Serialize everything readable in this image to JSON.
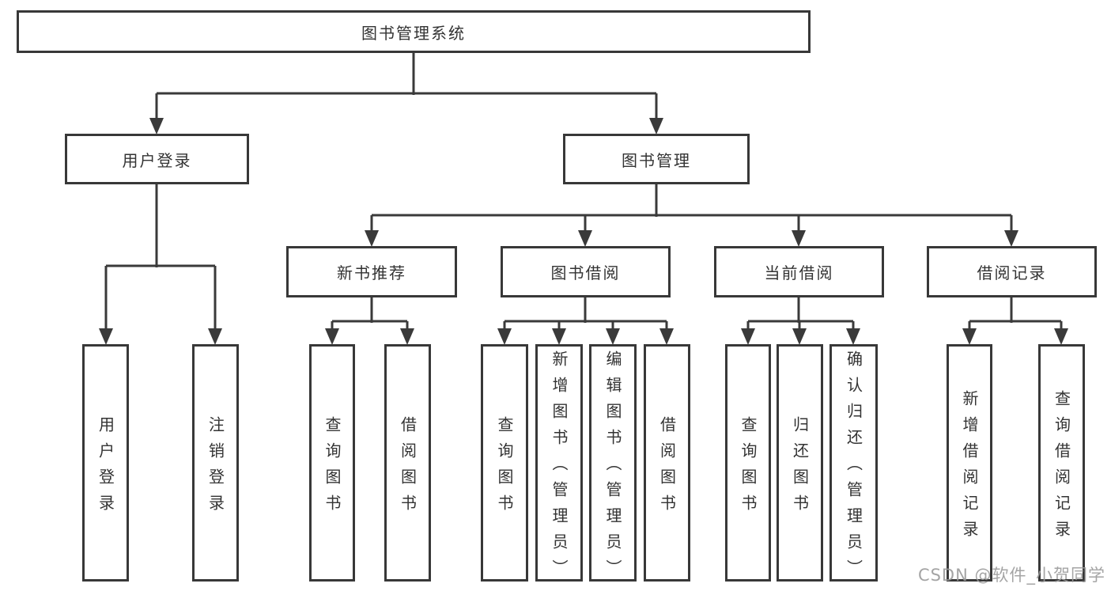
{
  "tree": {
    "root": "图书管理系统",
    "level2": [
      {
        "label": "用户登录",
        "children": [
          "用户登录",
          "注销登录"
        ]
      },
      {
        "label": "图书管理",
        "children": [
          {
            "label": "新书推荐",
            "children": [
              "查询图书",
              "借阅图书"
            ]
          },
          {
            "label": "图书借阅",
            "children": [
              "查询图书",
              "新增图书（管理员）",
              "编辑图书（管理员）",
              "借阅图书"
            ]
          },
          {
            "label": "当前借阅",
            "children": [
              "查询图书",
              "归还图书",
              "确认归还（管理员）"
            ]
          },
          {
            "label": "借阅记录",
            "children": [
              "新增借阅记录",
              "查询借阅记录"
            ]
          }
        ]
      }
    ]
  },
  "watermark": "CSDN @软件_小贺同学",
  "colors": {
    "line": "#3a3a3a",
    "box_border": "#383838",
    "text": "#333333",
    "watermark": "#9b9b9b",
    "background": "#ffffff"
  }
}
